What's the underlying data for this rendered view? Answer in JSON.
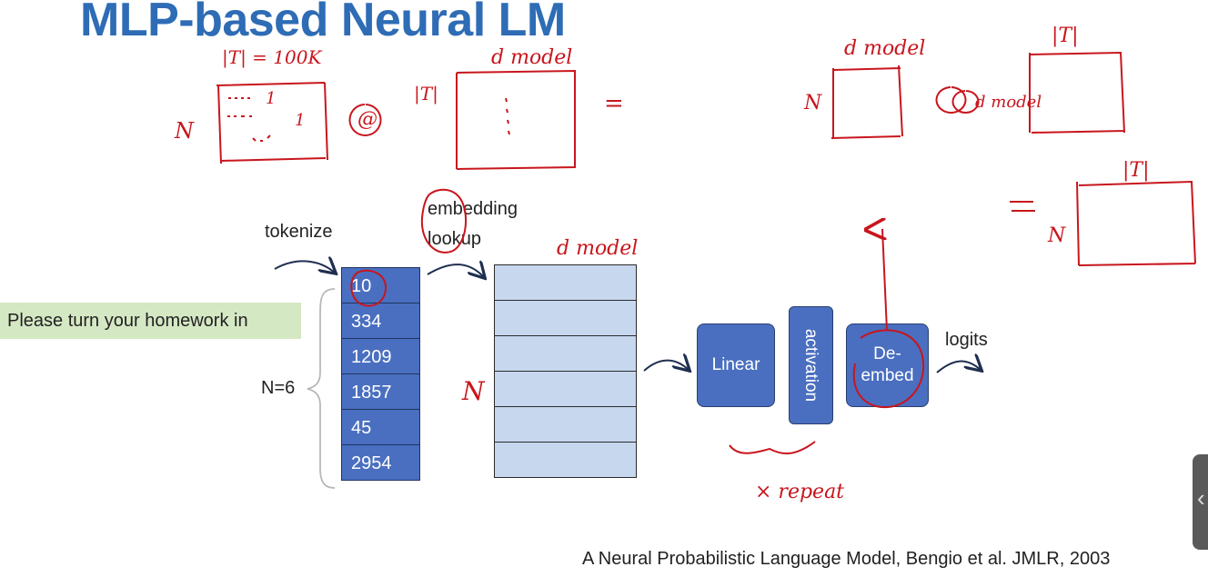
{
  "slide": {
    "title": "MLP-based Neural LM",
    "sentence": "Please turn your homework in",
    "labels": {
      "tokenize": "tokenize",
      "embedding_lookup_1": "embedding",
      "embedding_lookup_2": "lookup",
      "n_equals": "N=6",
      "logits": "logits"
    },
    "tokens": [
      "10",
      "334",
      "1209",
      "1857",
      "45",
      "2954"
    ],
    "blocks": {
      "linear": "Linear",
      "activation": "activation",
      "deembed_1": "De-",
      "deembed_2": "embed"
    },
    "citation": "A Neural Probabilistic Language Model, Bengio et al. JMLR, 2003"
  },
  "annotations": {
    "vocab_eq": "|T| = 100K",
    "d_model": "d model",
    "N": "N",
    "T": "|T|",
    "matmul": "@",
    "equals": "=",
    "ones": "1",
    "repeat": "× repeat",
    "d_model_short": "d model",
    "ink_color": "#c8161d"
  },
  "colors": {
    "title": "#2e6cb5",
    "token_fill": "#4a6fc0",
    "embedding_fill": "#c6d7ee",
    "sentence_fill": "#d5e8c4"
  }
}
